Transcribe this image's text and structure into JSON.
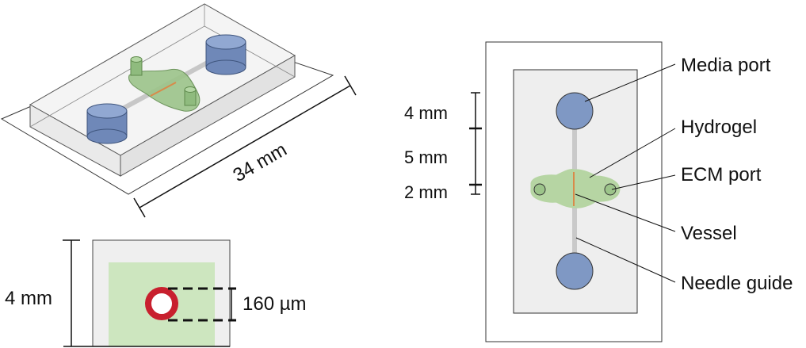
{
  "iso_view": {
    "length_label": "34 mm",
    "colors": {
      "outline": "#333333",
      "base_face": "#ffffff",
      "port_blue": "#7f98c4",
      "port_blue_dark": "#5c77a8",
      "hydrogel_green": "#9cc48a",
      "vessel_orange": "#d98a4a"
    }
  },
  "cross_section": {
    "height_label": "4 mm",
    "diameter_label": "160 µm",
    "colors": {
      "chip_bg": "#efefef",
      "gel": "#cde6bf",
      "vessel_ring": "#c8202e"
    }
  },
  "top_view": {
    "dimension_labels": [
      "4 mm",
      "5 mm",
      "2 mm"
    ],
    "callouts": [
      {
        "label": "Media port"
      },
      {
        "label": "Hydrogel"
      },
      {
        "label": "ECM port"
      },
      {
        "label": "Vessel"
      },
      {
        "label": "Needle guide"
      }
    ],
    "colors": {
      "inner_panel": "#eeeeee",
      "port_blue": "#7f98c4",
      "channel_gray": "#c9c9c9",
      "hydrogel_green": "#b6d5a3",
      "vessel_line": "#d98a4a",
      "ecm_port": "#9cc48a"
    }
  }
}
